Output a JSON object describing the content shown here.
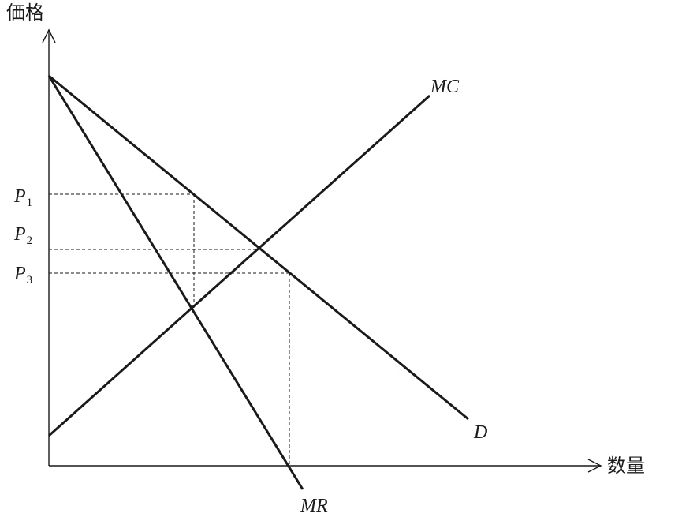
{
  "axes": {
    "y_label": "価格",
    "x_label": "数量"
  },
  "curves": {
    "mc": "MC",
    "d": "D",
    "mr": "MR"
  },
  "prices": [
    {
      "letter": "P",
      "sub": "1"
    },
    {
      "letter": "P",
      "sub": "2"
    },
    {
      "letter": "P",
      "sub": "3"
    }
  ]
}
